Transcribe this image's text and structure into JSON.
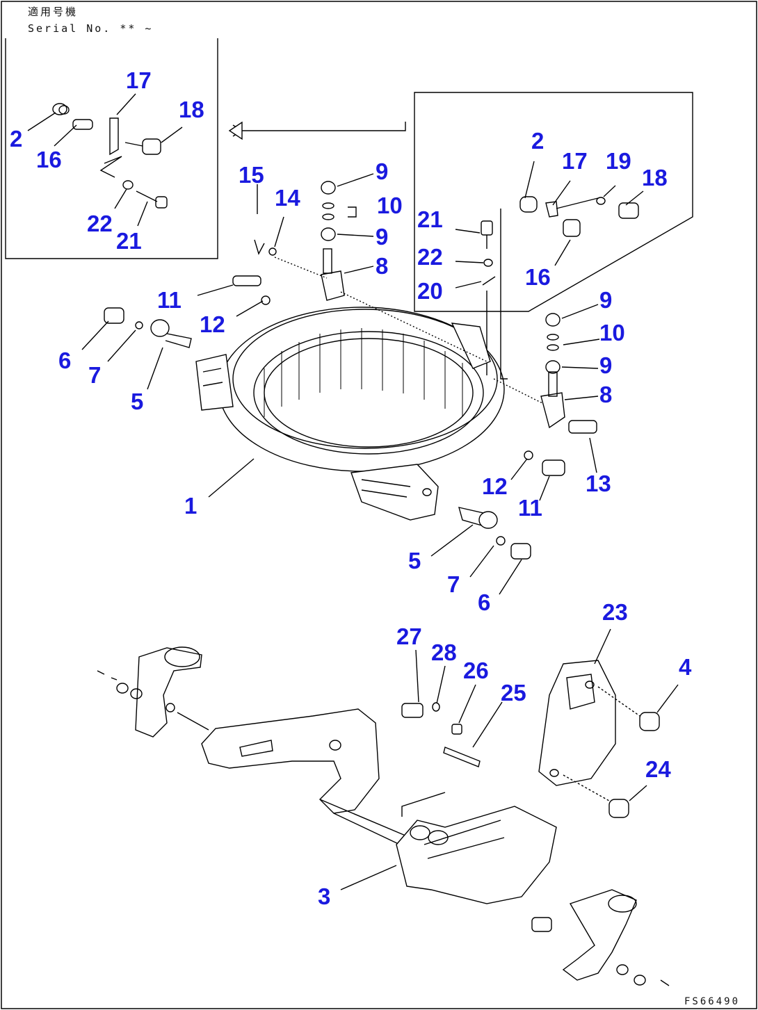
{
  "header": {
    "applicable_model": "適用号機",
    "serial_label": "Serial No. ** ~"
  },
  "figure_code": "FS66490",
  "callouts": {
    "inset_a": [
      "2",
      "16",
      "17",
      "18",
      "22",
      "21"
    ],
    "inset_b": [
      "2",
      "17",
      "19",
      "18",
      "21",
      "22",
      "20",
      "16"
    ],
    "ring": [
      "15",
      "14",
      "9",
      "10",
      "9",
      "8",
      "11",
      "12",
      "6",
      "7",
      "5",
      "1",
      "9",
      "10",
      "9",
      "8",
      "13",
      "12",
      "11",
      "5",
      "7",
      "6"
    ],
    "yoke": [
      "27",
      "28",
      "26",
      "25",
      "23",
      "4",
      "24",
      "3"
    ]
  }
}
